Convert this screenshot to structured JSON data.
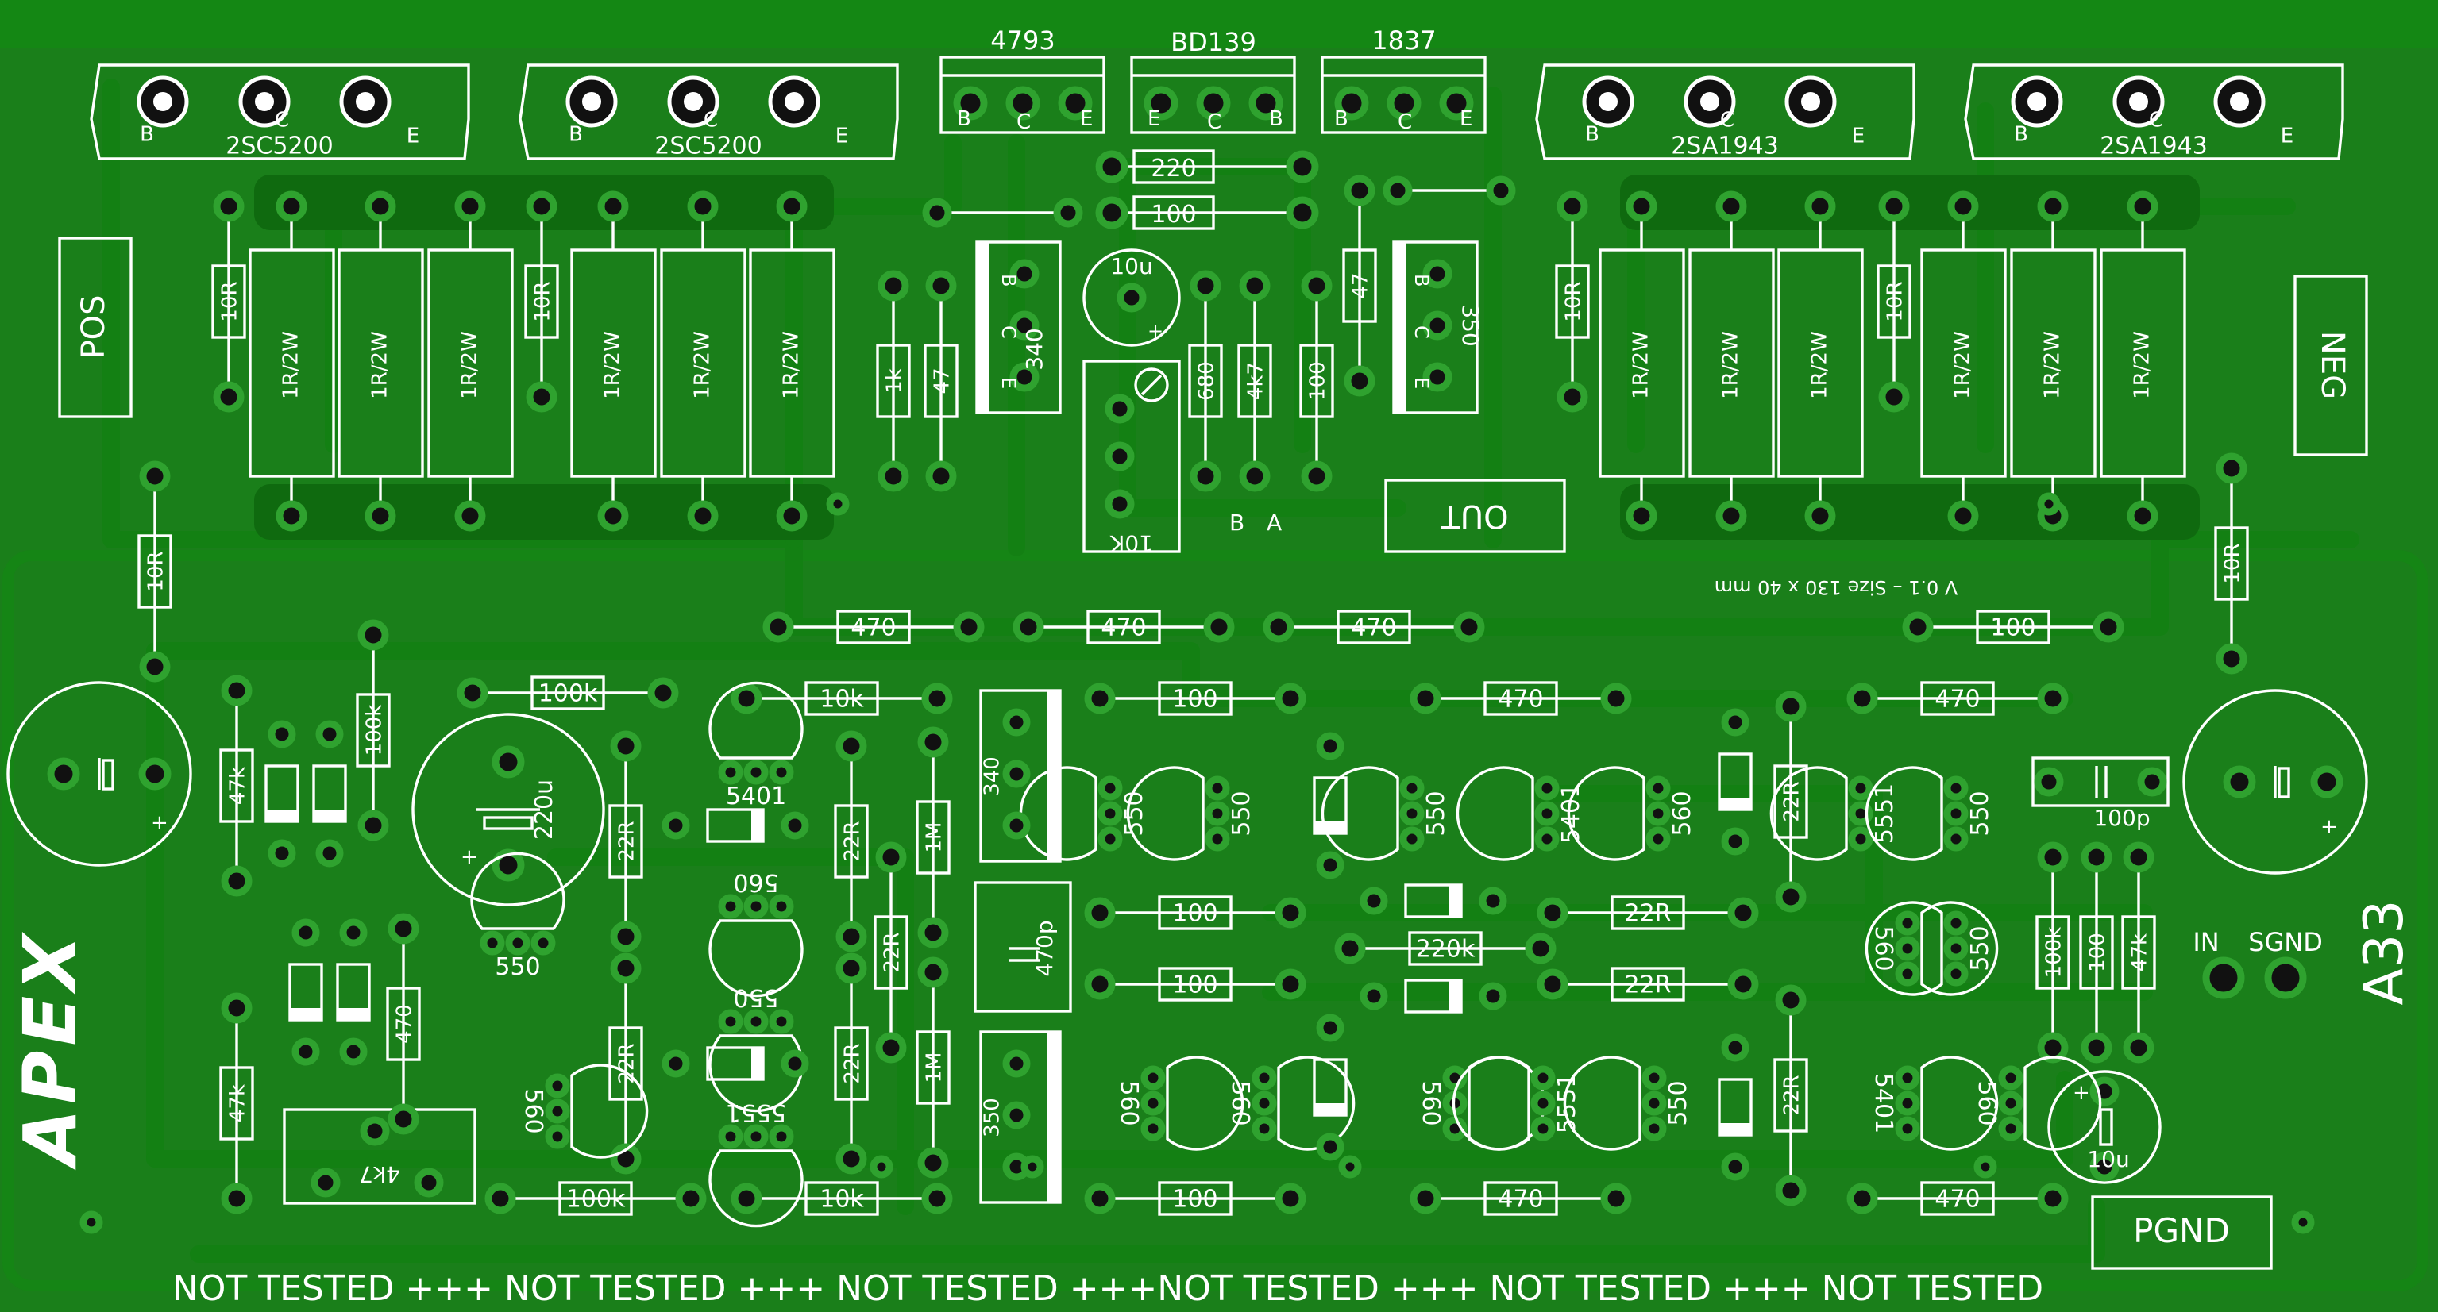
{
  "board": {
    "brand": "APEX",
    "model": "A33",
    "version_note": "V 0.1 – Size  130 x 40 mm",
    "footer_warning": "NOT TESTED +++ NOT TESTED +++ NOT TESTED +++NOT TESTED +++ NOT TESTED +++ NOT TESTED",
    "colors": {
      "copper_pour": "#1a7f1a",
      "trace": "#138013",
      "silkscreen": "#ffffff",
      "pad_hole": "#111111"
    }
  },
  "terminals": {
    "pos": "POS",
    "neg": "NEG",
    "out": "OUT",
    "in": "IN",
    "sgnd": "SGND",
    "pgnd": "PGND"
  },
  "pin_letters": {
    "b": "B",
    "c": "C",
    "e": "E",
    "a": "A"
  },
  "transistors_power": [
    {
      "ref": "Q-power-1",
      "part": "2SC5200"
    },
    {
      "ref": "Q-power-2",
      "part": "2SC5200"
    },
    {
      "ref": "Q-power-3",
      "part": "2SA1943"
    },
    {
      "ref": "Q-power-4",
      "part": "2SA1943"
    }
  ],
  "drivers": [
    {
      "part": "4793",
      "pins": "B C E"
    },
    {
      "part": "BD139",
      "pins": "E C B"
    },
    {
      "part": "1837",
      "pins": "B C E"
    }
  ],
  "resistor_values": {
    "r_emitter": "1R/2W",
    "r_10r": "10R",
    "r_220": "220",
    "r_100": "100",
    "r_47": "47",
    "r_1k": "1k",
    "r_680": "680",
    "r_4k7": "4k7",
    "r_470": "470",
    "r_100k": "100k",
    "r_10k": "10k",
    "r_47k": "47k",
    "r_22r": "22R",
    "r_1m": "1M",
    "r_220k": "220k",
    "trim_10k": "10K",
    "trim_4k7": "4k7"
  },
  "capacitor_values": {
    "c_10u": "10u",
    "c_220u": "220u",
    "c_470p": "470p",
    "c_100p": "100p"
  },
  "small_transistors": {
    "t340": "340",
    "t350": "350",
    "t550": "550",
    "t560": "560",
    "t5401": "5401",
    "t5551": "5551"
  }
}
